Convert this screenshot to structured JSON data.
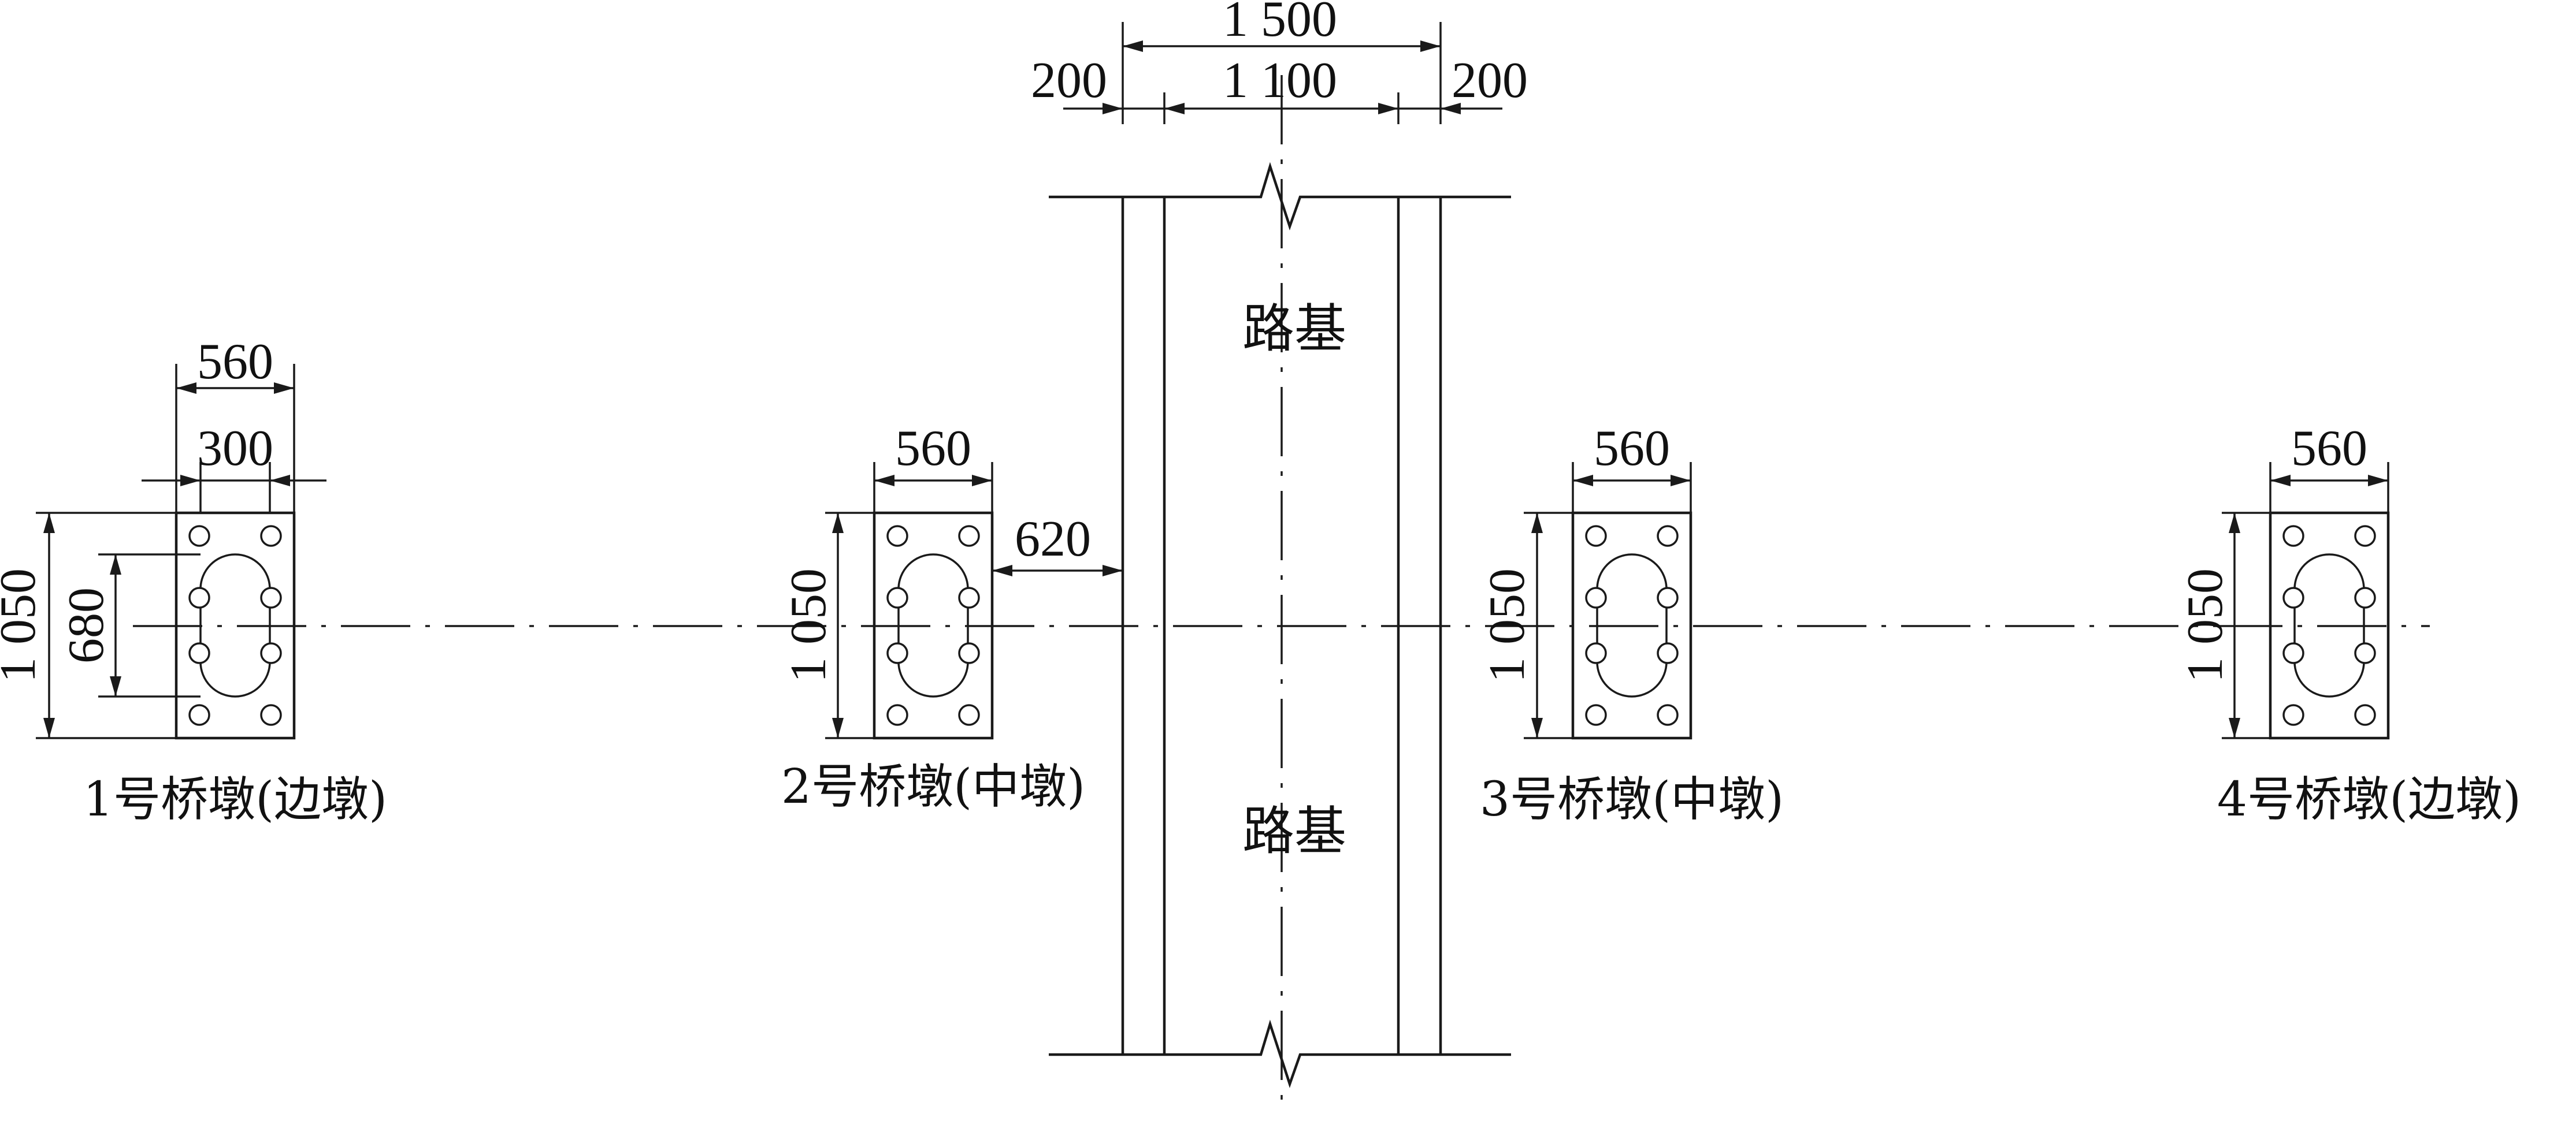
{
  "road": {
    "top_label": "路基",
    "bottom_label": "路基",
    "dim_total": "1 500",
    "dim_carriageway": "1 100",
    "dim_left_shoulder": "200",
    "dim_right_shoulder": "200"
  },
  "piers": [
    {
      "label": "1号桥墩(边墩)",
      "dim_width": "560",
      "dim_height": "1 050",
      "dim_inner_width": "300",
      "dim_inner_height": "680"
    },
    {
      "label": "2号桥墩(中墩)",
      "dim_width": "560",
      "dim_height": "1 050",
      "dim_clearance": "620"
    },
    {
      "label": "3号桥墩(中墩)",
      "dim_width": "560",
      "dim_height": "1 050"
    },
    {
      "label": "4号桥墩(边墩)",
      "dim_width": "560",
      "dim_height": "1 050"
    }
  ]
}
